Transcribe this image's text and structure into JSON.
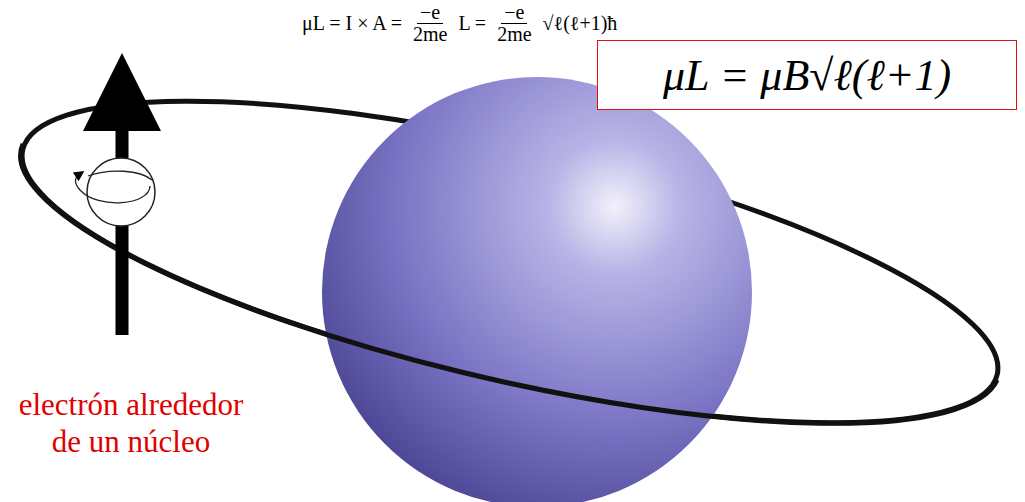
{
  "diagram": {
    "nodes": [
      {
        "text": [
          "μL = μB√ℓ(ℓ+1)"
        ]
      }
    ],
    "labels": [
      "μL = I × A =",
      "−e",
      "2me",
      "L =",
      "−e",
      "2me",
      "√ℓ(ℓ+1)ħ",
      "electrón alrededor de un núcleo"
    ]
  }
}
